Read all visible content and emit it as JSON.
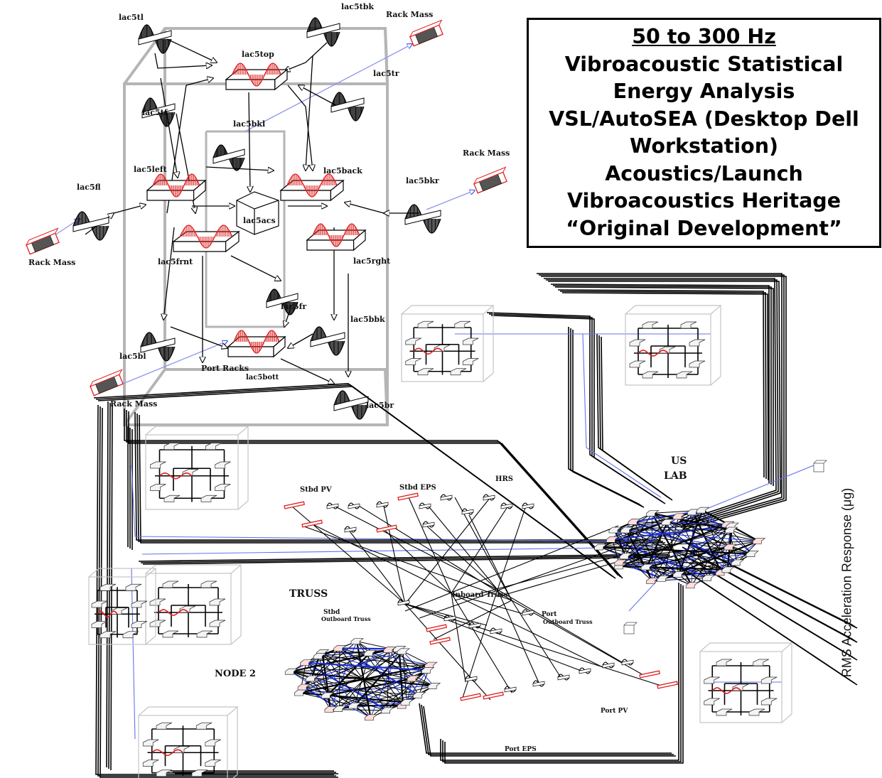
{
  "title_box": {
    "line1": "50 to 300  Hz",
    "line2": "Vibroacoustic Statistical",
    "line3": "Energy Analysis",
    "line4": "VSL/AutoSEA (Desktop Dell",
    "line5": "Workstation)",
    "line6": "Acoustics/Launch",
    "line7": "Vibroacoustics Heritage",
    "line8": "“Original Development”"
  },
  "y_axis_label": "RMS Acceleration Response (μg)",
  "rack_model": {
    "labels": {
      "lac5tl": "lac5tl",
      "lac5tbk": "lac5tbk",
      "lac5top": "lac5top",
      "lac5tr": "lac5tr",
      "lac5tf": "lac5tf",
      "lac5bkl": "lac5bkl",
      "lac5left": "lac5left",
      "lac5back": "lac5back",
      "lac5fl": "lac5fl",
      "lac5bkr": "lac5bkr",
      "lac5acs": "lac5acs",
      "lac5frnt": "lac5frnt",
      "lac5rght": "lac5rght",
      "lac5fr": "lac5fr",
      "lac5bbk": "lac5bbk",
      "lac5bl": "lac5bl",
      "port_racks": "Port  Racks",
      "lac5bott": "lac5bott",
      "lac5br": "lac5br"
    },
    "rack_mass": [
      "Rack Mass",
      "Rack Mass",
      "Rack Mass",
      "Rack Mass"
    ]
  },
  "station_labels": {
    "us_lab_1": "US",
    "us_lab_2": "LAB",
    "stbd_pv": "Stbd PV",
    "stbd_eps": "Stbd EPS",
    "hrs": "HRS",
    "truss": "TRUSS",
    "stbd_outboard_1": "Stbd",
    "stbd_outboard_2": "Outboard Truss",
    "inboard_truss": "Inboard Truss",
    "port_outboard_1": "Port",
    "port_outboard_2": "Outboard Truss",
    "node2": "NODE 2",
    "port_pv": "Port PV",
    "port_eps": "Port EPS"
  },
  "colors": {
    "line": "#000000",
    "cube": "#b5b5b5",
    "subsystem_red": "#e02020",
    "connector_blue": "#1a2fd0",
    "light_blue": "#8c95ee"
  }
}
